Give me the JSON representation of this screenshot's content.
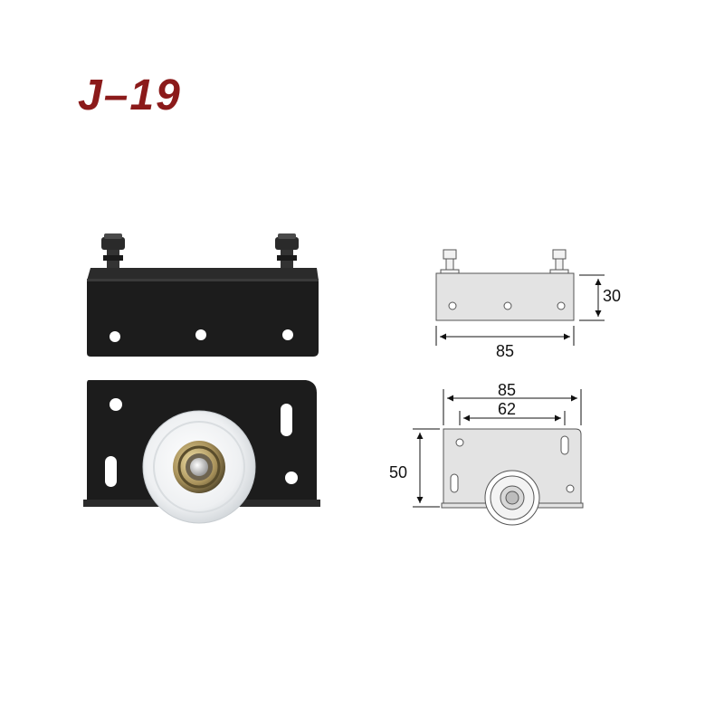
{
  "title": "J–19",
  "colors": {
    "title": "#8b1a1a",
    "bracket": "#1c1c1c",
    "drawing_fill": "#e3e3e3",
    "wheel": "#eef0f2"
  },
  "dimensions": {
    "top_view_height": "30",
    "top_view_width": "85",
    "front_view_width": "85",
    "front_view_hole_spacing": "62",
    "front_view_height": "50"
  }
}
